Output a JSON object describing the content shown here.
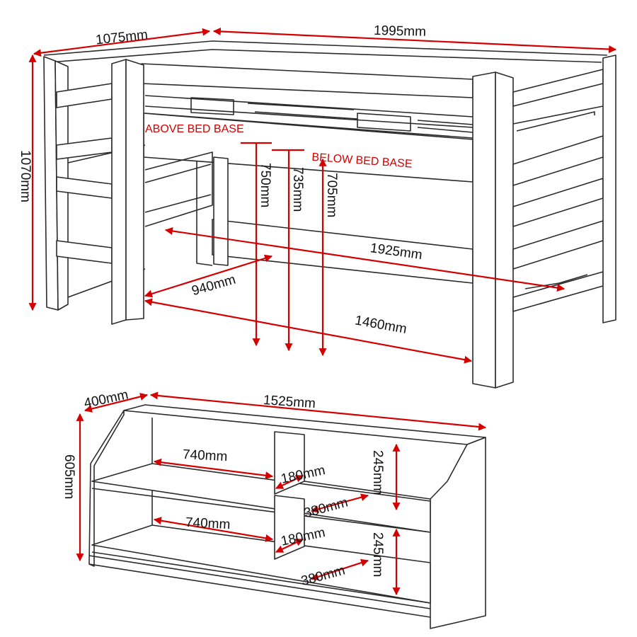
{
  "colors": {
    "dimension_arrow": "#d40000",
    "outline": "#2b2b2b",
    "text": "#111111"
  },
  "bed": {
    "depth": "1075mm",
    "length": "1995mm",
    "height": "1070mm",
    "above_label": "ABOVE BED BASE",
    "below_label": "BELOW BED BASE",
    "h_750": "750mm",
    "h_735": "735mm",
    "h_705": "705mm",
    "inner_length": "1925mm",
    "inner_depth": "940mm",
    "opening_width": "1460mm"
  },
  "desk": {
    "depth": "400mm",
    "length": "1525mm",
    "height": "605mm",
    "shelf_top_width": "740mm",
    "shelf_bottom_width": "740mm",
    "divider_top": "180mm",
    "divider_bottom": "180mm",
    "cubby_top_depth": "380mm",
    "cubby_bottom_depth": "380mm",
    "cubby_top_height": "245mm",
    "cubby_bottom_height": "245mm"
  }
}
